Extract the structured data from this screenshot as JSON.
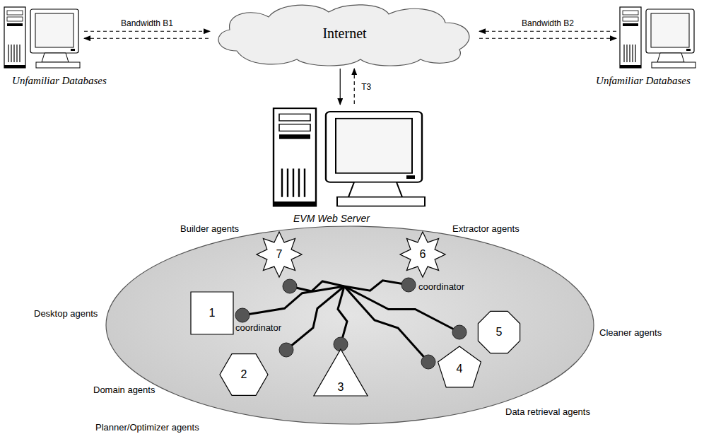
{
  "diagram": {
    "nodes": [
      {
        "text": [
          "Unfamiliar Databases"
        ]
      },
      {
        "text": [
          "Internet"
        ]
      },
      {
        "text": [
          "Unfamiliar Databases"
        ]
      },
      {
        "text": [
          "EVM Web Server"
        ]
      },
      {
        "text": [
          "7",
          "Builder agents"
        ]
      },
      {
        "text": [
          "6",
          "Extractor agents"
        ]
      },
      {
        "text": [
          "1",
          "Desktop agents"
        ]
      },
      {
        "text": [
          "5",
          "Cleaner agents"
        ]
      },
      {
        "text": [
          "2",
          "Domain agents"
        ]
      },
      {
        "text": [
          "4",
          "Data retrieval agents"
        ]
      },
      {
        "text": [
          "3",
          "Planner/Optimizer agents"
        ]
      }
    ],
    "edges": [
      {
        "from": 0,
        "to": 1,
        "arrow": "both",
        "label": "Bandwidth B1"
      },
      {
        "from": 2,
        "to": 1,
        "arrow": "both",
        "label": "Bandwidth B2"
      },
      {
        "from": 1,
        "to": 3,
        "arrow": "both",
        "label": "T3"
      }
    ],
    "labels": [
      "coordinator",
      "coordinator"
    ]
  }
}
